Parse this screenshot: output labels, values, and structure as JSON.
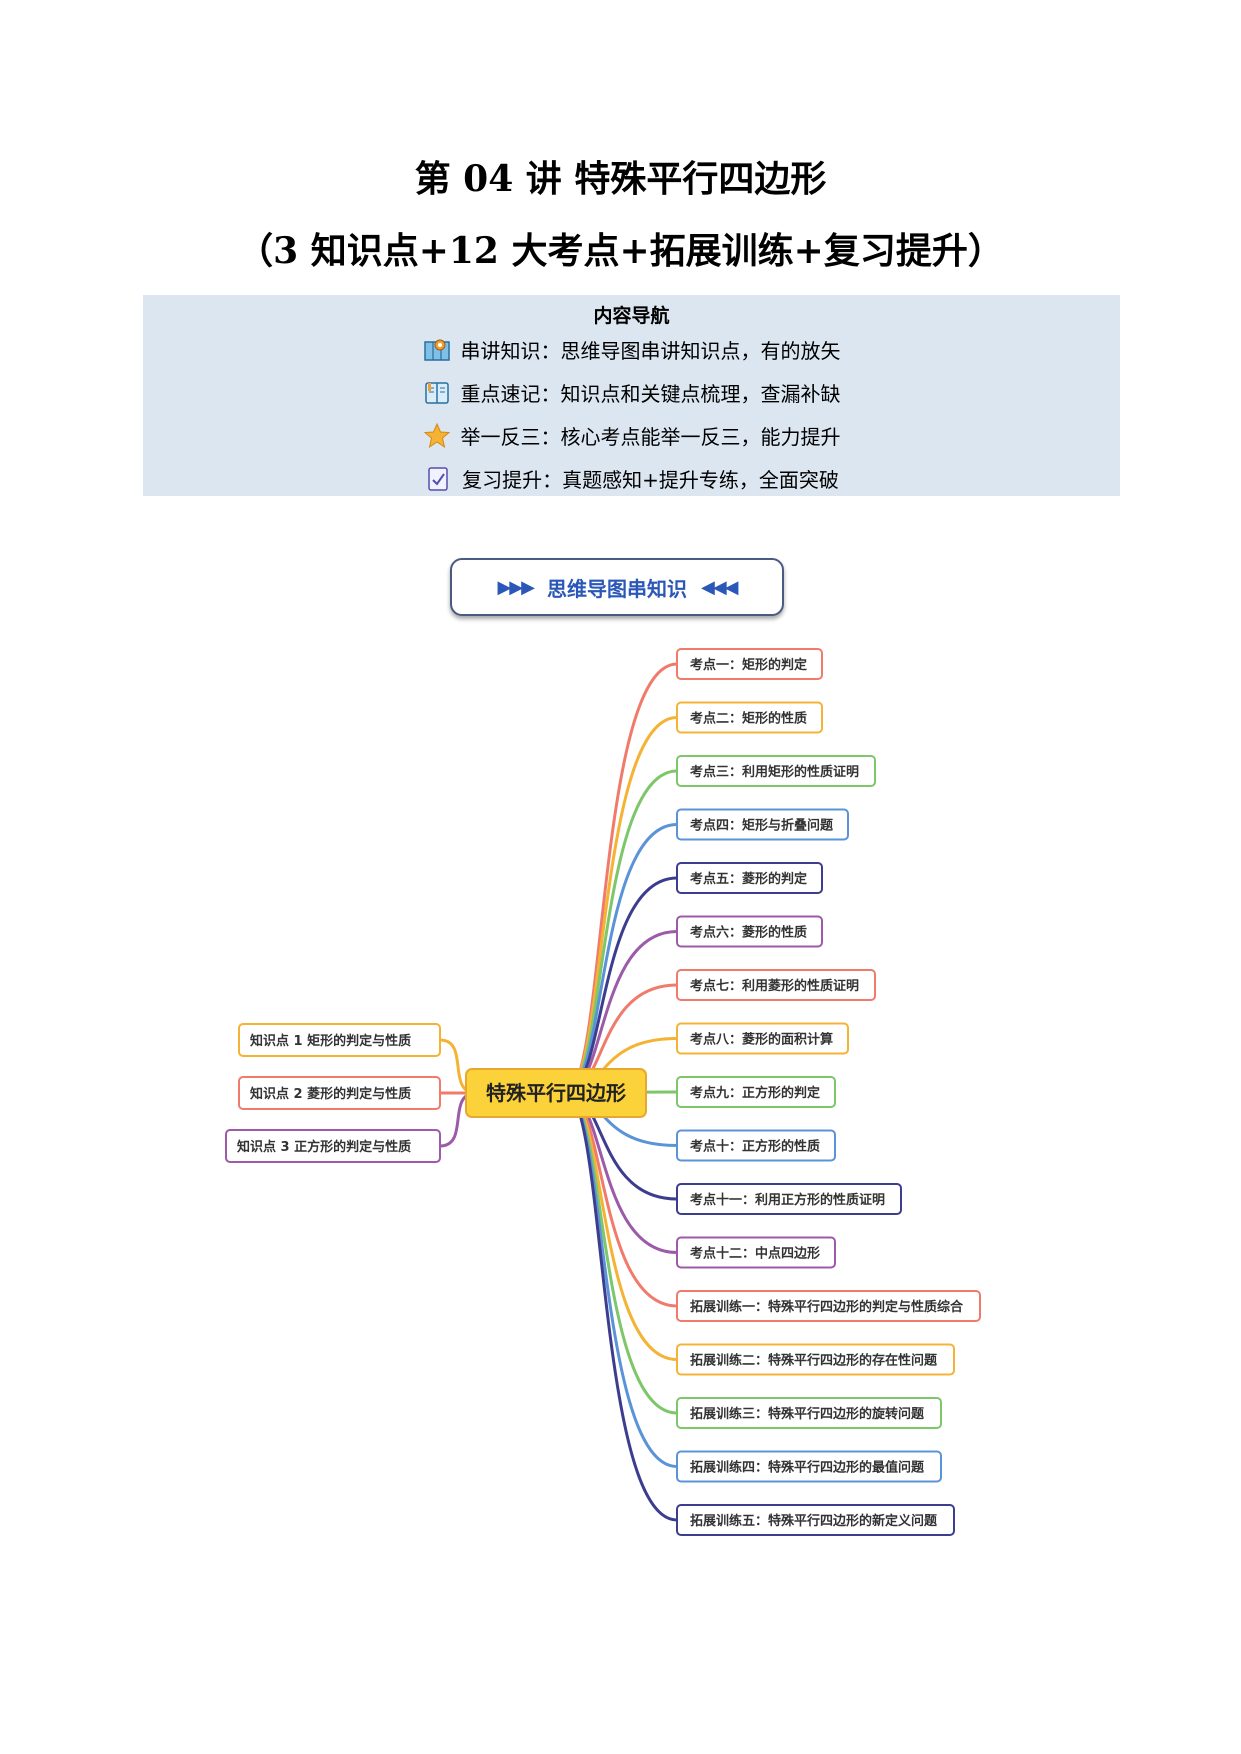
{
  "title_line1": "第 04 讲  特殊平行四边形",
  "title_line2": "（3 知识点+12 大考点+拓展训练+复习提升）",
  "nav": {
    "heading": "内容导航",
    "rows": [
      {
        "icon": "map-pin-icon",
        "text": "串讲知识：思维导图串讲知识点，有的放矢"
      },
      {
        "icon": "book-icon",
        "text": "重点速记：知识点和关键点梳理，查漏补缺"
      },
      {
        "icon": "star-icon",
        "text": "举一反三：核心考点能举一反三，能力提升"
      },
      {
        "icon": "checklist-icon",
        "text": "复习提升：真题感知+提升专练，全面突破"
      }
    ]
  },
  "banner": {
    "label": "思维导图串知识",
    "left_arrows": "▶▶▶",
    "right_arrows": "◀◀◀"
  },
  "mindmap": {
    "center": "特殊平行四边形",
    "left_nodes": [
      {
        "label": "知识点 1 矩形的判定与性质",
        "color": "#f5b335"
      },
      {
        "label": "知识点 2 菱形的判定与性质",
        "color": "#f07b6b"
      },
      {
        "label": "知识点 3 正方形的判定与性质",
        "color": "#9c5aa8"
      }
    ],
    "right_nodes": [
      {
        "label": "考点一：矩形的判定",
        "color": "#f07b6b"
      },
      {
        "label": "考点二：矩形的性质",
        "color": "#f5b335"
      },
      {
        "label": "考点三：利用矩形的性质证明",
        "color": "#7ec66a"
      },
      {
        "label": "考点四：矩形与折叠问题",
        "color": "#5b93d8"
      },
      {
        "label": "考点五：菱形的判定",
        "color": "#3d3d8f"
      },
      {
        "label": "考点六：菱形的性质",
        "color": "#9c5aa8"
      },
      {
        "label": "考点七：利用菱形的性质证明",
        "color": "#f07b6b"
      },
      {
        "label": "考点八：菱形的面积计算",
        "color": "#f5b335"
      },
      {
        "label": "考点九：正方形的判定",
        "color": "#7ec66a"
      },
      {
        "label": "考点十：正方形的性质",
        "color": "#5b93d8"
      },
      {
        "label": "考点十一：利用正方形的性质证明",
        "color": "#3d3d8f"
      },
      {
        "label": "考点十二：中点四边形",
        "color": "#9c5aa8"
      },
      {
        "label": "拓展训练一：特殊平行四边形的判定与性质综合",
        "color": "#f07b6b"
      },
      {
        "label": "拓展训练二：特殊平行四边形的存在性问题",
        "color": "#f5b335"
      },
      {
        "label": "拓展训练三：特殊平行四边形的旋转问题",
        "color": "#7ec66a"
      },
      {
        "label": "拓展训练四：特殊平行四边形的最值问题",
        "color": "#5b93d8"
      },
      {
        "label": "拓展训练五：特殊平行四边形的新定义问题",
        "color": "#3d3d8f"
      }
    ]
  }
}
